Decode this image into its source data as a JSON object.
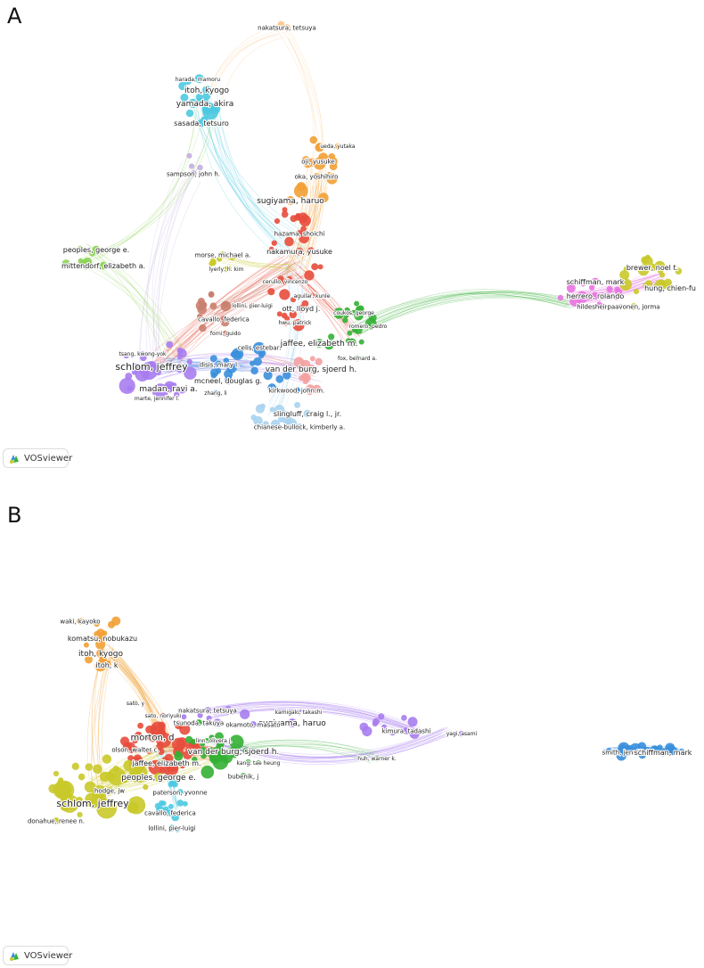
{
  "colors": {
    "red": "#e74c3c",
    "green": "#34b034",
    "blue": "#3a8fdc",
    "yellow": "#c9c92a",
    "purple": "#a77cf0",
    "lightblue": "#4dc9e0",
    "orange": "#f1a035",
    "brown": "#c97f6e",
    "pink": "#e873e0",
    "lightgreen": "#8fd35a",
    "salmon": "#f3a1a1",
    "lavender": "#c3aee0",
    "skyblue": "#a9d3ef",
    "paleorange": "#f8c78a"
  },
  "panels": [
    {
      "letter": "A",
      "logo_text": "VOSviewer",
      "labels": [
        {
          "text": "nakatsura, tetsuya",
          "c": "paleorange",
          "size": 7
        },
        {
          "text": "harada, mamoru",
          "c": "lightblue",
          "size": 6
        },
        {
          "text": "itoh, kyogo",
          "c": "lightblue",
          "size": 9
        },
        {
          "text": "yamada, akira",
          "c": "lightblue",
          "size": 9
        },
        {
          "text": "sasada, tetsuro",
          "c": "lightblue",
          "size": 8
        },
        {
          "text": "ueda, yutaka",
          "c": "orange",
          "size": 6
        },
        {
          "text": "oji, yusuke",
          "c": "orange",
          "size": 7
        },
        {
          "text": "oka, yoshihiro",
          "c": "orange",
          "size": 7
        },
        {
          "text": "sugiyama, haruo",
          "c": "orange",
          "size": 9
        },
        {
          "text": "sampson, john h.",
          "c": "lavender",
          "size": 7
        },
        {
          "text": "hazama, shoichi",
          "c": "red",
          "size": 7
        },
        {
          "text": "nakamura, yusuke",
          "c": "red",
          "size": 8
        },
        {
          "text": "peoples, george e.",
          "c": "lightgreen",
          "size": 8
        },
        {
          "text": "mittendorf, elizabeth a.",
          "c": "lightgreen",
          "size": 8
        },
        {
          "text": "morse, michael a.",
          "c": "yellow",
          "size": 7
        },
        {
          "text": "lyerly, h. kim",
          "c": "yellow",
          "size": 6
        },
        {
          "text": "cerullo, vincenzo",
          "c": "red",
          "size": 6
        },
        {
          "text": "aguilar, kunle",
          "c": "red",
          "size": 6
        },
        {
          "text": "lollini, pier-luigi",
          "c": "brown",
          "size": 6
        },
        {
          "text": "ott, lloyd j.",
          "c": "red",
          "size": 8
        },
        {
          "text": "hwu, patrick",
          "c": "red",
          "size": 6
        },
        {
          "text": "coukos, george",
          "c": "green",
          "size": 6
        },
        {
          "text": "romero, pedro",
          "c": "green",
          "size": 6
        },
        {
          "text": "cavallo, federica",
          "c": "brown",
          "size": 7
        },
        {
          "text": "forni, guido",
          "c": "brown",
          "size": 6
        },
        {
          "text": "celis, esteban",
          "c": "blue",
          "size": 7
        },
        {
          "text": "jaffee, elizabeth m.",
          "c": "green",
          "size": 9
        },
        {
          "text": "tsang, kwong-yok",
          "c": "purple",
          "size": 6
        },
        {
          "text": "schlom, jeffrey",
          "c": "purple",
          "size": 11
        },
        {
          "text": "disis, mary l.",
          "c": "blue",
          "size": 7
        },
        {
          "text": "van der burg, sjoerd h.",
          "c": "salmon",
          "size": 9
        },
        {
          "text": "fox, bernard a.",
          "c": "green",
          "size": 6
        },
        {
          "text": "mcneel, douglas g.",
          "c": "blue",
          "size": 8
        },
        {
          "text": "madan, ravi a.",
          "c": "purple",
          "size": 9
        },
        {
          "text": "kirkwood, john m.",
          "c": "blue",
          "size": 7
        },
        {
          "text": "zhang, li",
          "c": "blue",
          "size": 6
        },
        {
          "text": "marte, jennifer l.",
          "c": "purple",
          "size": 6
        },
        {
          "text": "slingluff, craig l., jr.",
          "c": "skyblue",
          "size": 8
        },
        {
          "text": "chianese-bullock, kimberly a.",
          "c": "skyblue",
          "size": 7
        },
        {
          "text": "schiffman, mark",
          "c": "pink",
          "size": 8
        },
        {
          "text": "brewer, noel t.",
          "c": "yellow",
          "size": 8
        },
        {
          "text": "herrero, rolando",
          "c": "pink",
          "size": 8
        },
        {
          "text": "hung, chien-fu",
          "c": "yellow",
          "size": 8
        },
        {
          "text": "hildesheim, allan",
          "c": "pink",
          "size": 7
        },
        {
          "text": "paavonen, jorma",
          "c": "yellow",
          "size": 7
        }
      ]
    },
    {
      "letter": "B",
      "logo_text": "VOSviewer",
      "labels": [
        {
          "text": "waki, kayoko",
          "c": "orange",
          "size": 7
        },
        {
          "text": "komatsu, nobukazu",
          "c": "orange",
          "size": 8
        },
        {
          "text": "itoh, kyogo",
          "c": "orange",
          "size": 9
        },
        {
          "text": "itoh, k",
          "c": "orange",
          "size": 8
        },
        {
          "text": "sato, y",
          "c": "orange",
          "size": 6
        },
        {
          "text": "sato, noriyuki",
          "c": "red",
          "size": 6
        },
        {
          "text": "nakatsura, tetsuya",
          "c": "purple",
          "size": 7
        },
        {
          "text": "tsunoda, takuya",
          "c": "green",
          "size": 7
        },
        {
          "text": "kamigaki, takashi",
          "c": "purple",
          "size": 6
        },
        {
          "text": "sugiyama, haruo",
          "c": "purple",
          "size": 9
        },
        {
          "text": "okamoto, masato",
          "c": "purple",
          "size": 7
        },
        {
          "text": "kimura, tadashi",
          "c": "purple",
          "size": 7
        },
        {
          "text": "yagi, asami",
          "c": "purple",
          "size": 6
        },
        {
          "text": "morton, d",
          "c": "red",
          "size": 10
        },
        {
          "text": "linn, olivera j.",
          "c": "green",
          "size": 6
        },
        {
          "text": "olson, walter c.",
          "c": "red",
          "size": 7
        },
        {
          "text": "van der burg, sjoerd h.",
          "c": "green",
          "size": 9
        },
        {
          "text": "jaffee, elizabeth m.",
          "c": "red",
          "size": 8
        },
        {
          "text": "kang, tae heung",
          "c": "green",
          "size": 6
        },
        {
          "text": "huh, warner k.",
          "c": "green",
          "size": 6
        },
        {
          "text": "smith, jennifer s.",
          "c": "blue",
          "size": 7
        },
        {
          "text": "schiffman, mark",
          "c": "blue",
          "size": 8
        },
        {
          "text": "peoples, george e.",
          "c": "yellow",
          "size": 9
        },
        {
          "text": "bubenik, j",
          "c": "green",
          "size": 7
        },
        {
          "text": "hodge, jw",
          "c": "yellow",
          "size": 7
        },
        {
          "text": "paterson, yvonne",
          "c": "lightblue",
          "size": 7
        },
        {
          "text": "schlom, jeffrey",
          "c": "yellow",
          "size": 11
        },
        {
          "text": "donahue, renee n.",
          "c": "yellow",
          "size": 7
        },
        {
          "text": "cavallo, federica",
          "c": "lightblue",
          "size": 7
        },
        {
          "text": "lollini, pier-luigi",
          "c": "lightblue",
          "size": 7
        }
      ]
    }
  ]
}
